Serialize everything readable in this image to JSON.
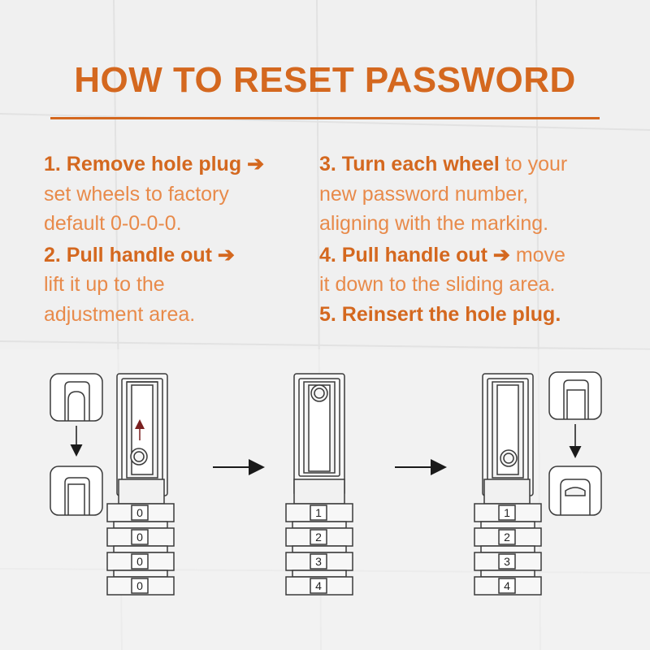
{
  "title": "HOW TO RESET PASSWORD",
  "colors": {
    "accent": "#d4681f",
    "accent_light": "#e88a4a",
    "line": "#3a3a3a",
    "arrow": "#1a1a1a"
  },
  "steps": [
    {
      "num_bold": "1. Remove hole plug",
      "arrow": "➔",
      "rest": "set wheels to factory default 0-0-0-0.",
      "line2": "set wheels to factory",
      "line3": "default 0-0-0-0."
    },
    {
      "num_bold": "2. Pull handle out",
      "arrow": "➔",
      "line2": "lift it up to the",
      "line3": "adjustment area."
    },
    {
      "num_bold": "3. Turn each wheel",
      "tail": "to your",
      "line2": "new password number,",
      "line3": "aligning with the marking."
    },
    {
      "num_bold": "4. Pull handle out",
      "arrow": "➔",
      "tail": "move",
      "line2": "it down to the sliding area."
    },
    {
      "num_bold": "5. Reinsert the hole plug."
    }
  ],
  "locks": [
    {
      "name": "factory",
      "digits": [
        "0",
        "0",
        "0",
        "0"
      ]
    },
    {
      "name": "new",
      "digits": [
        "1",
        "2",
        "3",
        "4"
      ]
    },
    {
      "name": "final",
      "digits": [
        "1",
        "2",
        "3",
        "4"
      ]
    }
  ],
  "icons": [
    "up-arrow-icon",
    "right-arrow-icon",
    "down-arrow-icon"
  ]
}
